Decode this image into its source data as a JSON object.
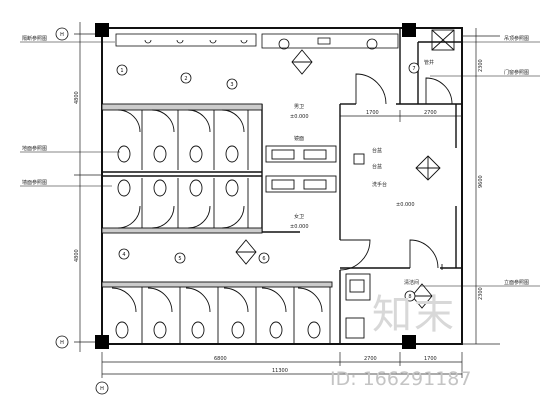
{
  "axis_labels": {
    "top": "H",
    "bottom": "H",
    "left_bottom": "H"
  },
  "room_labels": {
    "mens": "男卫",
    "womens": "女卫",
    "elev_mens": "±0.000",
    "elev_womens": "±0.000",
    "lobby_elev": "±0.000",
    "janitor": "清洁间",
    "sink1": "台盆",
    "sink2": "台盆",
    "counter": "洗手台",
    "mirror": "镜面",
    "shaft": "管井"
  },
  "dims": {
    "top_a": "1700",
    "top_b": "2700",
    "bottom_a": "6800",
    "bottom_b": "2700",
    "bottom_c": "1700",
    "overall": "11300",
    "left_a": "4800",
    "left_b": "4800",
    "right_total": "9600",
    "right_a": "2300",
    "right_b": "2300"
  },
  "callouts": {
    "left1": "隔断参照图",
    "left2": "地面参照图",
    "left3": "墙面参照图",
    "right1": "吊顶参照图",
    "right2": "门窗参照图",
    "right3": "立面参照图"
  },
  "tags": [
    "1",
    "2",
    "3",
    "4",
    "5",
    "6",
    "7",
    "8"
  ],
  "watermark": {
    "logo": "知末",
    "id": "ID: 166291187"
  }
}
